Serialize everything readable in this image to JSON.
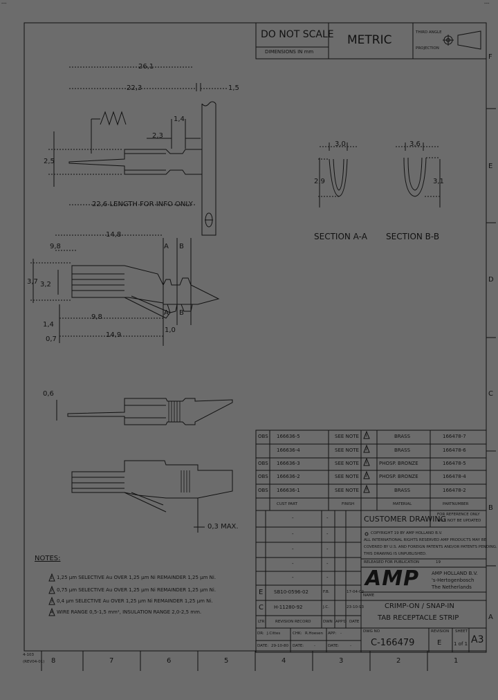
{
  "corner_marks": {
    "tl": "---",
    "tr": "---"
  },
  "border": {
    "row_letters": [
      "F",
      "E",
      "D",
      "C",
      "B",
      "A"
    ],
    "col_numbers": [
      "8",
      "7",
      "6",
      "5",
      "4",
      "3",
      "2",
      "1"
    ]
  },
  "title_block_top": {
    "do_not_scale": "DO NOT SCALE",
    "dimensions": "DIMENSIONS IN mm",
    "units": "METRIC",
    "third_angle": "THIRD ANGLE",
    "projection": "PROJECTION"
  },
  "dims": {
    "d26_1": "26,1",
    "d22_3": "22,3",
    "d1_5": "1,5",
    "d1_4": "1,4",
    "d2_3": "2,3",
    "d2_5": "2,5",
    "length_note": "22,6 LENGTH FOR INFO ONLY",
    "d14_8": "14,8",
    "d9_8a": "9,8",
    "d3_7": "3,7",
    "d3_2": "3,2",
    "d9_8b": "9,8",
    "d1_4b": "1,4",
    "d0_7": "0,7",
    "d14_9": "14,9",
    "d1_0": "1,0",
    "d0_6": "0,6",
    "d0_3max": "0,3 MAX.",
    "label_a": "A",
    "label_b": "B"
  },
  "sections": {
    "a_w": "3,0",
    "a_h": "2,9",
    "b_w": "3,6",
    "b_h": "3,1",
    "a_label": "SECTION A-A",
    "b_label": "SECTION B-B"
  },
  "parts_table": {
    "rows": [
      {
        "status": "OBS",
        "part": "166636-5",
        "finish": "SEE NOTE",
        "note": "1",
        "material": "BRASS",
        "dash": "166478-7"
      },
      {
        "status": "",
        "part": "166636-4",
        "finish": "SEE NOTE",
        "note": "2",
        "material": "BRASS",
        "dash": "166478-6"
      },
      {
        "status": "OBS",
        "part": "166636-3",
        "finish": "SEE NOTE",
        "note": "1",
        "material": "PHOSP. BRONZE",
        "dash": "166478-5"
      },
      {
        "status": "OBS",
        "part": "166636-2",
        "finish": "SEE NOTE",
        "note": "2",
        "material": "PHOSP. BRONZE",
        "dash": "166478-4"
      },
      {
        "status": "OBS",
        "part": "166636-1",
        "finish": "SEE NOTE",
        "note": "3",
        "material": "BRASS",
        "dash": "166478-2"
      }
    ],
    "headers": {
      "part": "CUST PART",
      "finish": "FINISH",
      "material": "MATERIAL",
      "dash": "PARTNUMBER"
    }
  },
  "revisions": {
    "rows": [
      {
        "ltr": "",
        "desc": "-",
        "dwn": "-",
        "date": ""
      },
      {
        "ltr": "",
        "desc": "-",
        "dwn": "-",
        "date": ""
      },
      {
        "ltr": "",
        "desc": "-",
        "dwn": "-",
        "date": ""
      },
      {
        "ltr": "",
        "desc": "-",
        "dwn": "-",
        "date": ""
      },
      {
        "ltr": "",
        "desc": "-",
        "dwn": "-",
        "date": ""
      },
      {
        "ltr": "E",
        "desc": "SB10-0596-02",
        "dwn": "F.B.",
        "date": "17-04-02"
      },
      {
        "ltr": "C",
        "desc": "H-11280-92",
        "dwn": "J.C.",
        "date": "23-10-93"
      }
    ],
    "headers": {
      "ltr": "LTR",
      "desc": "REVISION RECORD",
      "dwn": "DWN",
      "appd": "APP'D",
      "date": "DATE"
    }
  },
  "customer": {
    "title": "CUSTOMER DRAWING",
    "ref_note_1": "FOR REFERENCE ONLY",
    "ref_note_2": "WILL NOT BE UPDATED",
    "copyright": "COPYRIGHT 19   BY AMP HOLLAND B.V.",
    "rights": "ALL INTERNATIONAL RIGHTS RESERVED AMP PRODUCTS MAY BE",
    "patents": "COVERED BY U.S. AND FOREIGN PATENTS AND/OR PATENTS PENDING.",
    "unpublished": "THIS DRAWING IS UNPUBLISHED.",
    "released": "RELEASED FOR PUBLICATION",
    "year": "19"
  },
  "company": {
    "logo": "AMP",
    "name": "AMP HOLLAND B.V.",
    "city": "'s-Hertogenbosch",
    "country": "The Netherlands"
  },
  "drawing": {
    "name_label": "NAME",
    "title_1": "CRIMP-ON / SNAP-IN",
    "title_2": "TAB RECEPTACLE STRIP",
    "dr_label": "DR:",
    "dr": "J.Cittes",
    "chk_label": "CHK:",
    "chk": "R.Hoesen",
    "appd_label": "APP:",
    "date_label": "DATE:",
    "date": "29-10-80",
    "date2": "-",
    "date3": "-",
    "dwg_no_label": "DWG NO",
    "dwg_no": "C-166479",
    "revision_label": "REVISION",
    "revision": "E",
    "sheet_label": "SHEET",
    "sheet": "1 of 1",
    "size": "A3",
    "chk2": "-",
    "appd": "-"
  },
  "notes": {
    "title": "NOTES:",
    "items": [
      {
        "num": "1",
        "text": "1,25 µm SELECTIVE Au OVER 1,25 µm Ni REMAINDER 1,25 µm Ni."
      },
      {
        "num": "2",
        "text": "0,75 µm SELECTIVE Au OVER 1,25 µm Ni REMAINDER 1,25 µm Ni."
      },
      {
        "num": "3",
        "text": "0,4 µm SELECTIVE Au OVER 1,25 µm Ni REMAINDER 1,25 µm Ni."
      },
      {
        "num": "4",
        "text": "WIRE RANGE 0,5-1,5 mm², INSULATION RANGE 2,0-2,5 mm."
      }
    ]
  },
  "form": {
    "line1": "4-103",
    "line2": "(REV04-01)"
  },
  "colors": {
    "background": "#6c6c6c",
    "ink": "#111111"
  }
}
